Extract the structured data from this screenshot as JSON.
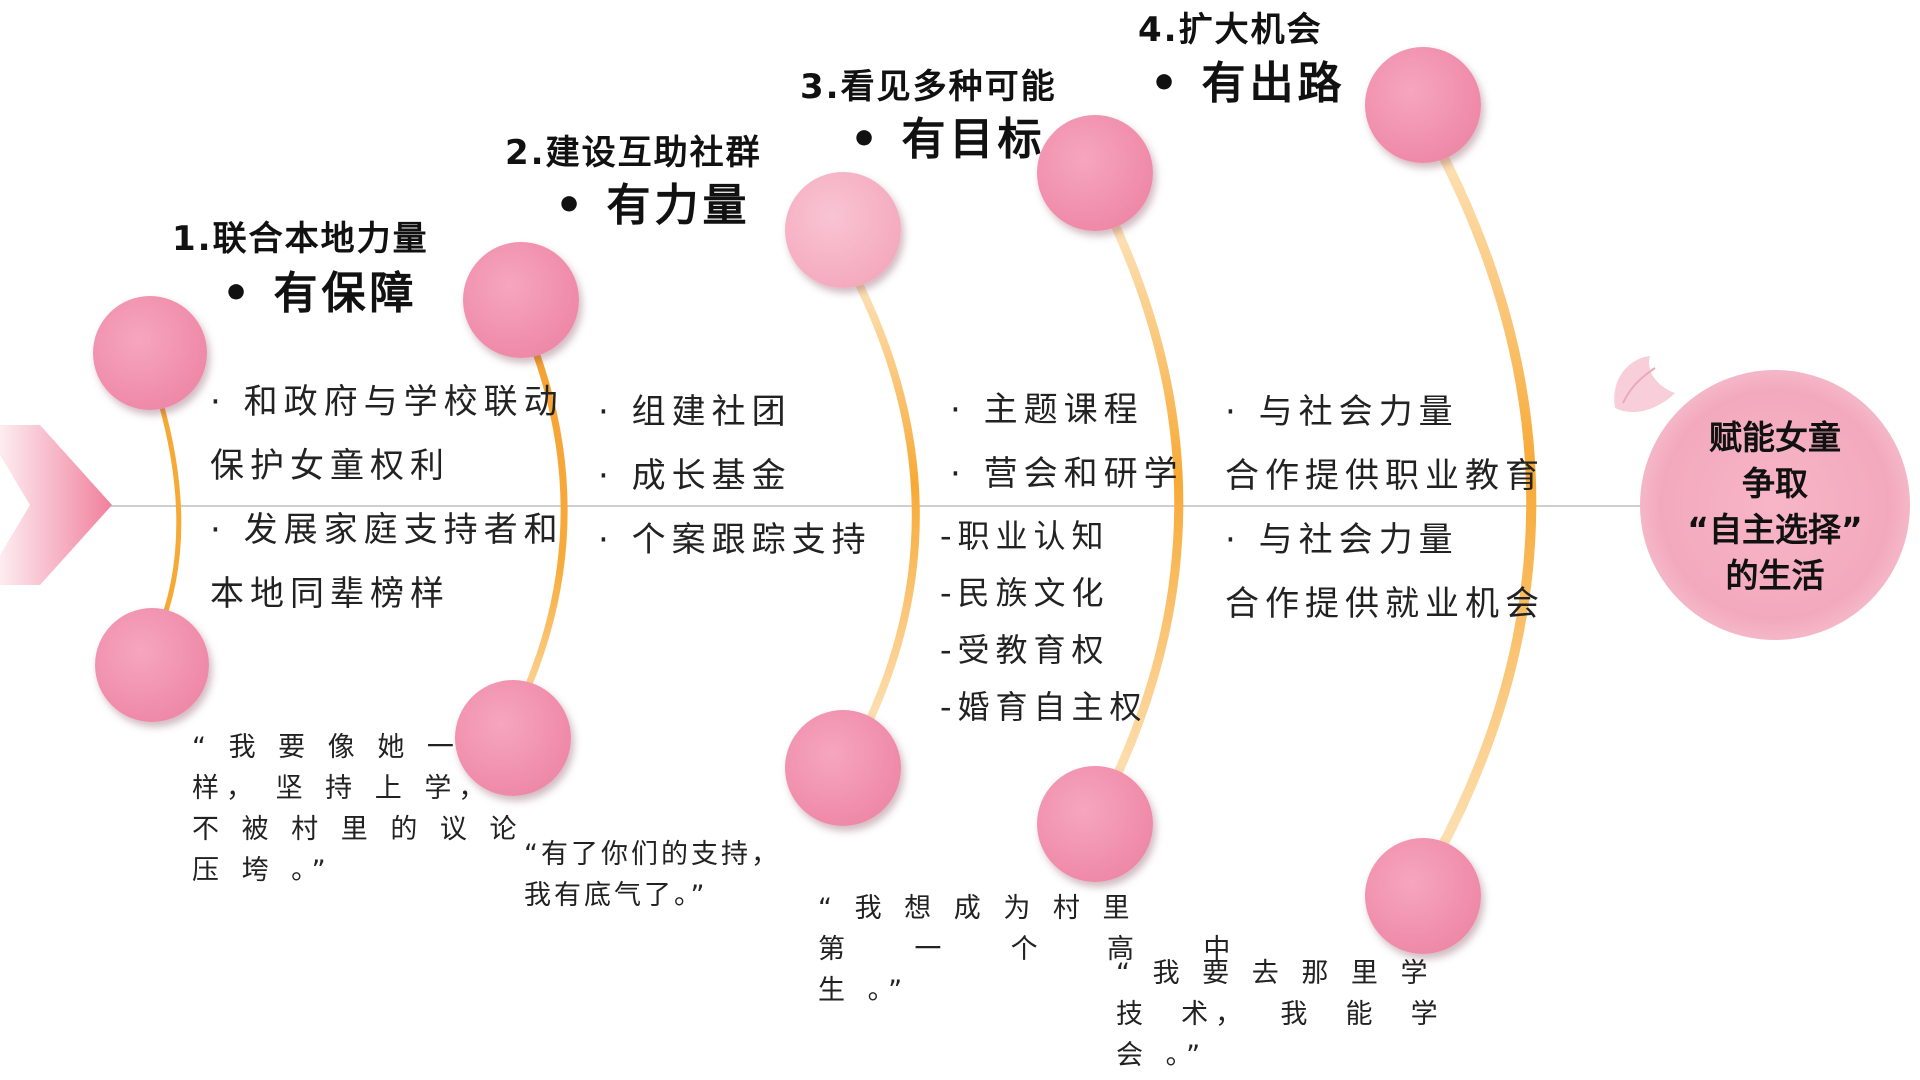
{
  "colors": {
    "arc": "#f7a935",
    "arc_light": "#fde6bd",
    "node": "#ef8aa9",
    "axis": "#cfcfcf"
  },
  "steps": [
    {
      "title": "1.联合本地力量",
      "subtitle": "• 有保障",
      "body": "· 和政府与学校联动\n保护女童权利\n· 发展家庭支持者和\n本地同辈榜样",
      "quote": "“ 我 要 像 她 一\n样， 坚 持 上 学，\n不 被 村 里 的 议 论\n压 垮 。”"
    },
    {
      "title": "2.建设互助社群",
      "subtitle": "• 有力量",
      "body": "· 组建社团\n· 成长基金\n· 个案跟踪支持",
      "quote": "“有了你们的支持，\n我有底气了。”"
    },
    {
      "title": "3.看见多种可能",
      "subtitle": "• 有目标",
      "body_top": "· 主题课程\n· 营会和研学",
      "body_bottom": "-职业认知\n-民族文化\n-受教育权\n-婚育自主权",
      "quote": "“ 我 想 成 为 村 里\n第    一    个    高    中\n生 。”"
    },
    {
      "title": "4.扩大机会",
      "subtitle": "• 有出路",
      "body": "· 与社会力量\n合作提供职业教育\n· 与社会力量\n合作提供就业机会",
      "quote": "“ 我 要 去 那 里 学\n技  术，  我  能  学\n会 。”"
    }
  ],
  "goal": {
    "lines": [
      "赋能女童",
      "争取",
      "“自主选择”",
      "的生活"
    ]
  }
}
